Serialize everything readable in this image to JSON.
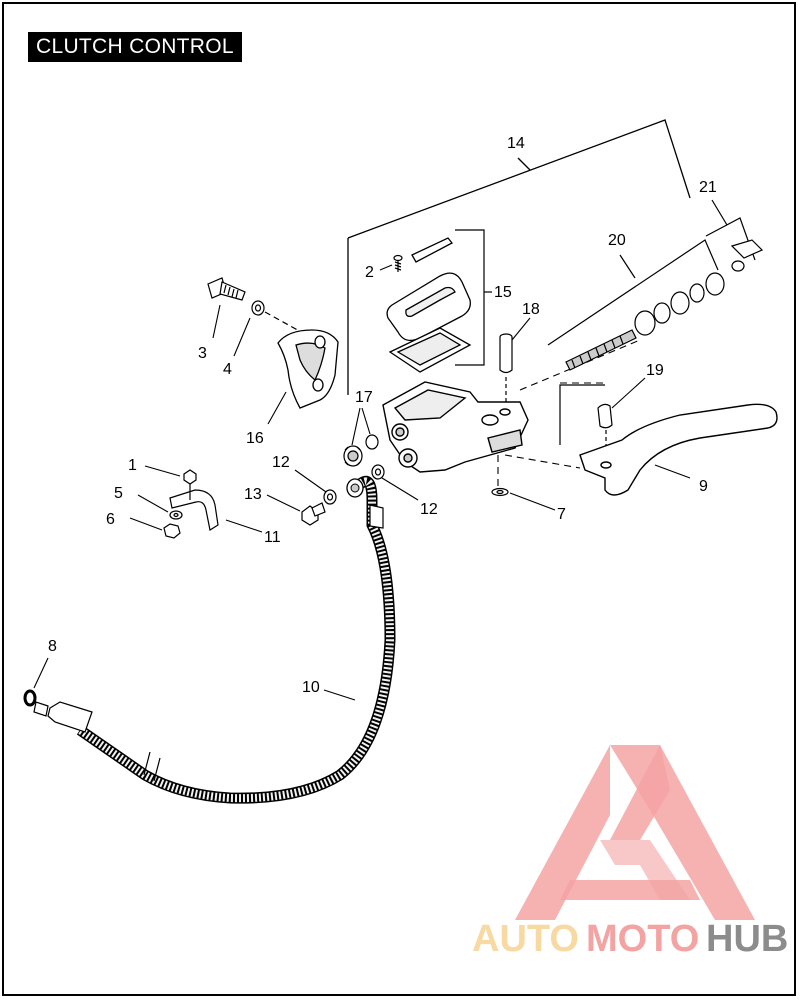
{
  "title": "CLUTCH CONTROL",
  "labels": {
    "l1": "1",
    "l2": "2",
    "l3": "3",
    "l4": "4",
    "l5": "5",
    "l6": "6",
    "l7": "7",
    "l8": "8",
    "l9": "9",
    "l10": "10",
    "l11": "11",
    "l12a": "12",
    "l12b": "12",
    "l13": "13",
    "l14": "14",
    "l15": "15",
    "l16": "16",
    "l17": "17",
    "l18": "18",
    "l19": "19",
    "l20": "20",
    "l21": "21"
  },
  "watermark": {
    "part1": "AUTO",
    "part2": "MOTO",
    "part3": "HUB",
    "color_primary": "#f4a3a3",
    "color_secondary": "#f7d9a1",
    "color_dark": "#8c8c8c"
  }
}
